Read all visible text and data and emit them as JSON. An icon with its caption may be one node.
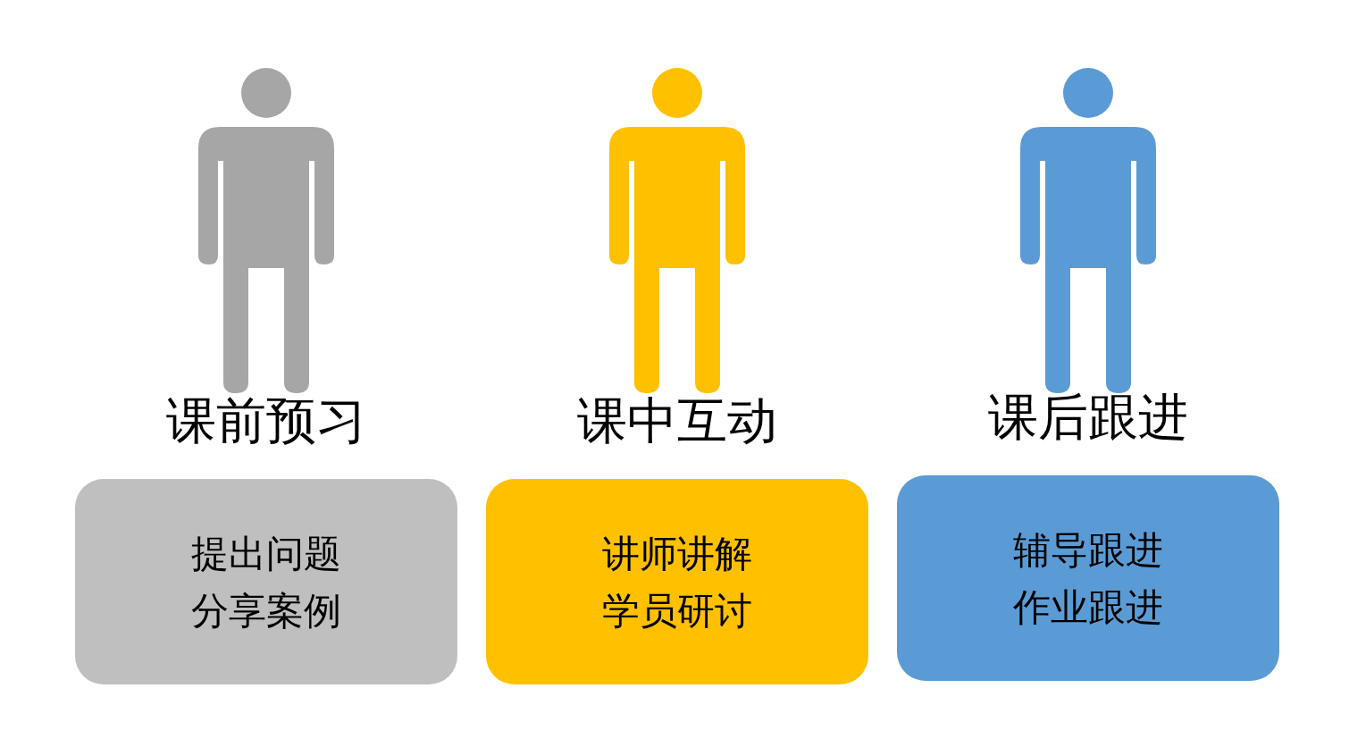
{
  "diagram": {
    "nodes": [
      {
        "text": [
          "课前预习",
          "提出问题",
          "分享案例"
        ]
      },
      {
        "text": [
          "课中互动",
          "讲师讲解",
          "学员研讨"
        ]
      },
      {
        "text": [
          "课后跟进",
          "辅导跟进",
          "作业跟进"
        ]
      }
    ]
  }
}
